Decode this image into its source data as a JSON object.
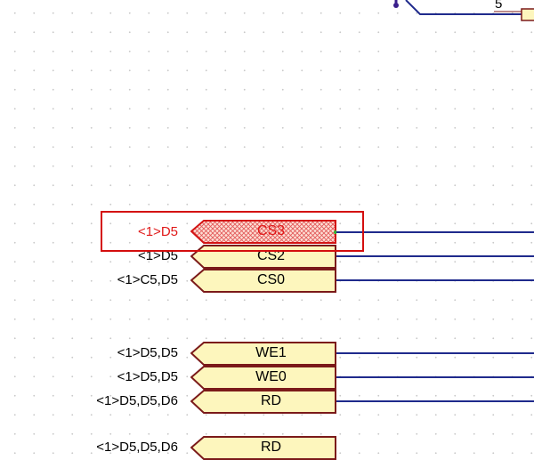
{
  "colors": {
    "port_fill": "#fdf6bd",
    "port_border": "#7b1a1a",
    "wire": "#1f2a8c",
    "selection": "#d40e0e",
    "selected_text": "#e01818"
  },
  "top_fragment": {
    "pin_number": "5"
  },
  "ports": [
    {
      "name": "CS3",
      "xref": "<1>D5",
      "selected": true
    },
    {
      "name": "CS2",
      "xref": "<1>D5"
    },
    {
      "name": "CS0",
      "xref": "<1>C5,D5"
    },
    {
      "name": "WE1",
      "xref": "<1>D5,D5"
    },
    {
      "name": "WE0",
      "xref": "<1>D5,D5"
    },
    {
      "name": "RD",
      "xref": "<1>D5,D5,D6"
    },
    {
      "name": "RD",
      "xref": "<1>D5,D5,D6"
    }
  ]
}
